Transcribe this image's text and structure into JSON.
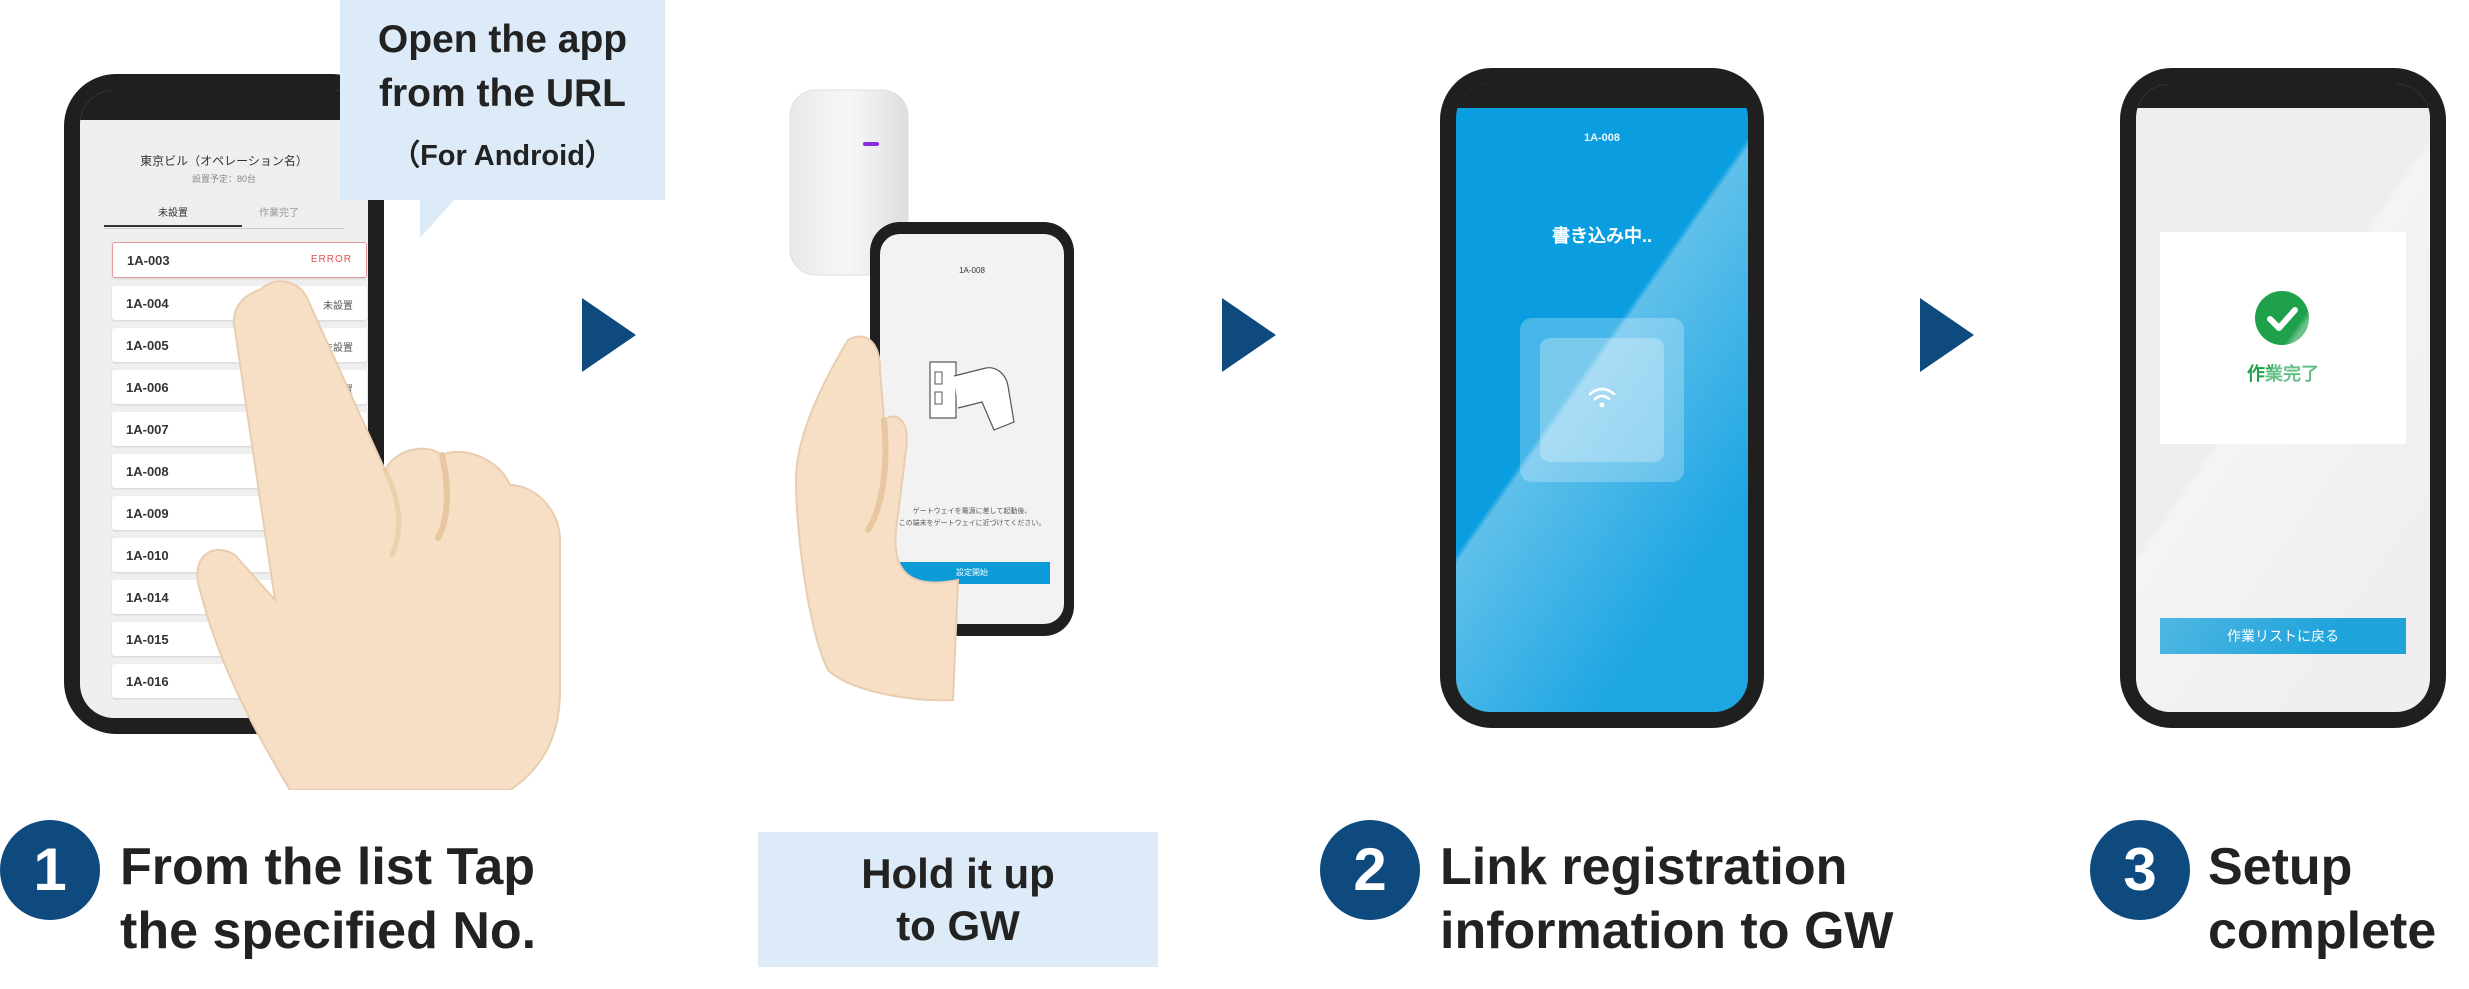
{
  "callout": {
    "line1": "Open the app",
    "line2": "from the URL",
    "line3": "（For Android）"
  },
  "phone1": {
    "title": "東京ビル（オペレーション名）",
    "subtitle": "設置予定：80台",
    "tab_active": "未設置",
    "tab_inactive": "作業完了",
    "rows": [
      {
        "id": "1A-003",
        "status": "ERROR"
      },
      {
        "id": "1A-004",
        "status": "未設置"
      },
      {
        "id": "1A-005",
        "status": "未設置"
      },
      {
        "id": "1A-006",
        "status": "未設置"
      },
      {
        "id": "1A-007",
        "status": ""
      },
      {
        "id": "1A-008",
        "status": ""
      },
      {
        "id": "1A-009",
        "status": ""
      },
      {
        "id": "1A-010",
        "status": ""
      },
      {
        "id": "1A-014",
        "status": ""
      },
      {
        "id": "1A-015",
        "status": ""
      },
      {
        "id": "1A-016",
        "status": ""
      }
    ]
  },
  "phone2": {
    "header": "1A-008",
    "message_line1": "ゲートウェイを電源に差して起動後、",
    "message_line2": "この端末をゲートウェイに近づけてください。",
    "button": "設定開始"
  },
  "phone3": {
    "header": "1A-008",
    "status": "書き込み中.."
  },
  "phone4": {
    "done_label": "作業完了",
    "back_button": "作業リストに戻る"
  },
  "steps": {
    "step1": {
      "number": "1",
      "line1": "From the list Tap",
      "line2": "the specified No."
    },
    "hold": {
      "line1": "Hold it up",
      "line2": "to GW"
    },
    "step2": {
      "number": "2",
      "line1": "Link registration",
      "line2": "information to GW"
    },
    "step3": {
      "number": "3",
      "line1": "Setup",
      "line2": "complete"
    }
  },
  "colors": {
    "accent_navy": "#0e4a7e",
    "callout_bg": "#dcebf7",
    "app_blue": "#0b9bd8",
    "success_green": "#1fa14c",
    "error_red": "#e05050"
  }
}
